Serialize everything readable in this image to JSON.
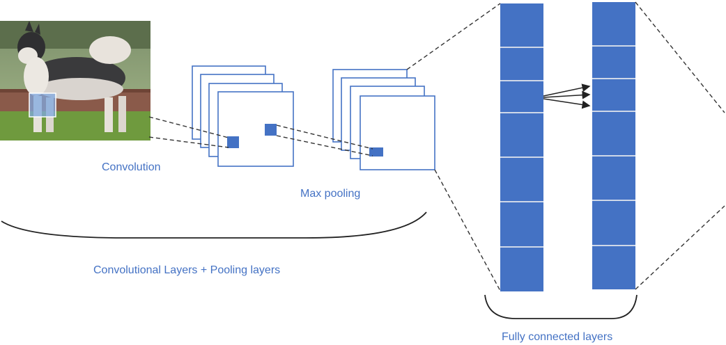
{
  "labels": {
    "convolution": "Convolution",
    "max_pooling": "Max pooling",
    "conv_pool_layers": "Convolutional Layers + Pooling layers",
    "fully_connected": "Fully connected layers"
  },
  "colors": {
    "accent": "#4472c4",
    "neuron_fill": "#4472c4",
    "neuron_divider": "#cfd8e8",
    "dashed_line": "#333333",
    "brace": "#222222"
  },
  "image": {
    "subject": "husky dog photo",
    "icon": "dog-photo"
  },
  "layers": {
    "convolution_feature_maps": 4,
    "pooling_feature_maps": 4,
    "fc_column1_neurons": 7,
    "fc_column2_neurons": 7
  }
}
